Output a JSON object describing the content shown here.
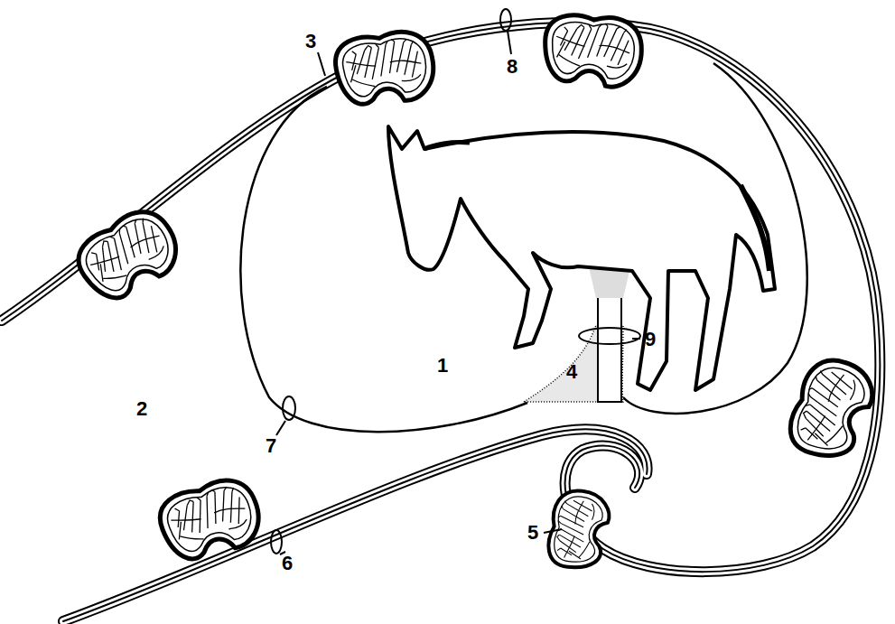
{
  "diagram": {
    "labels": [
      "3",
      "8",
      "1",
      "2",
      "4",
      "9",
      "7",
      "6",
      "5"
    ]
  }
}
